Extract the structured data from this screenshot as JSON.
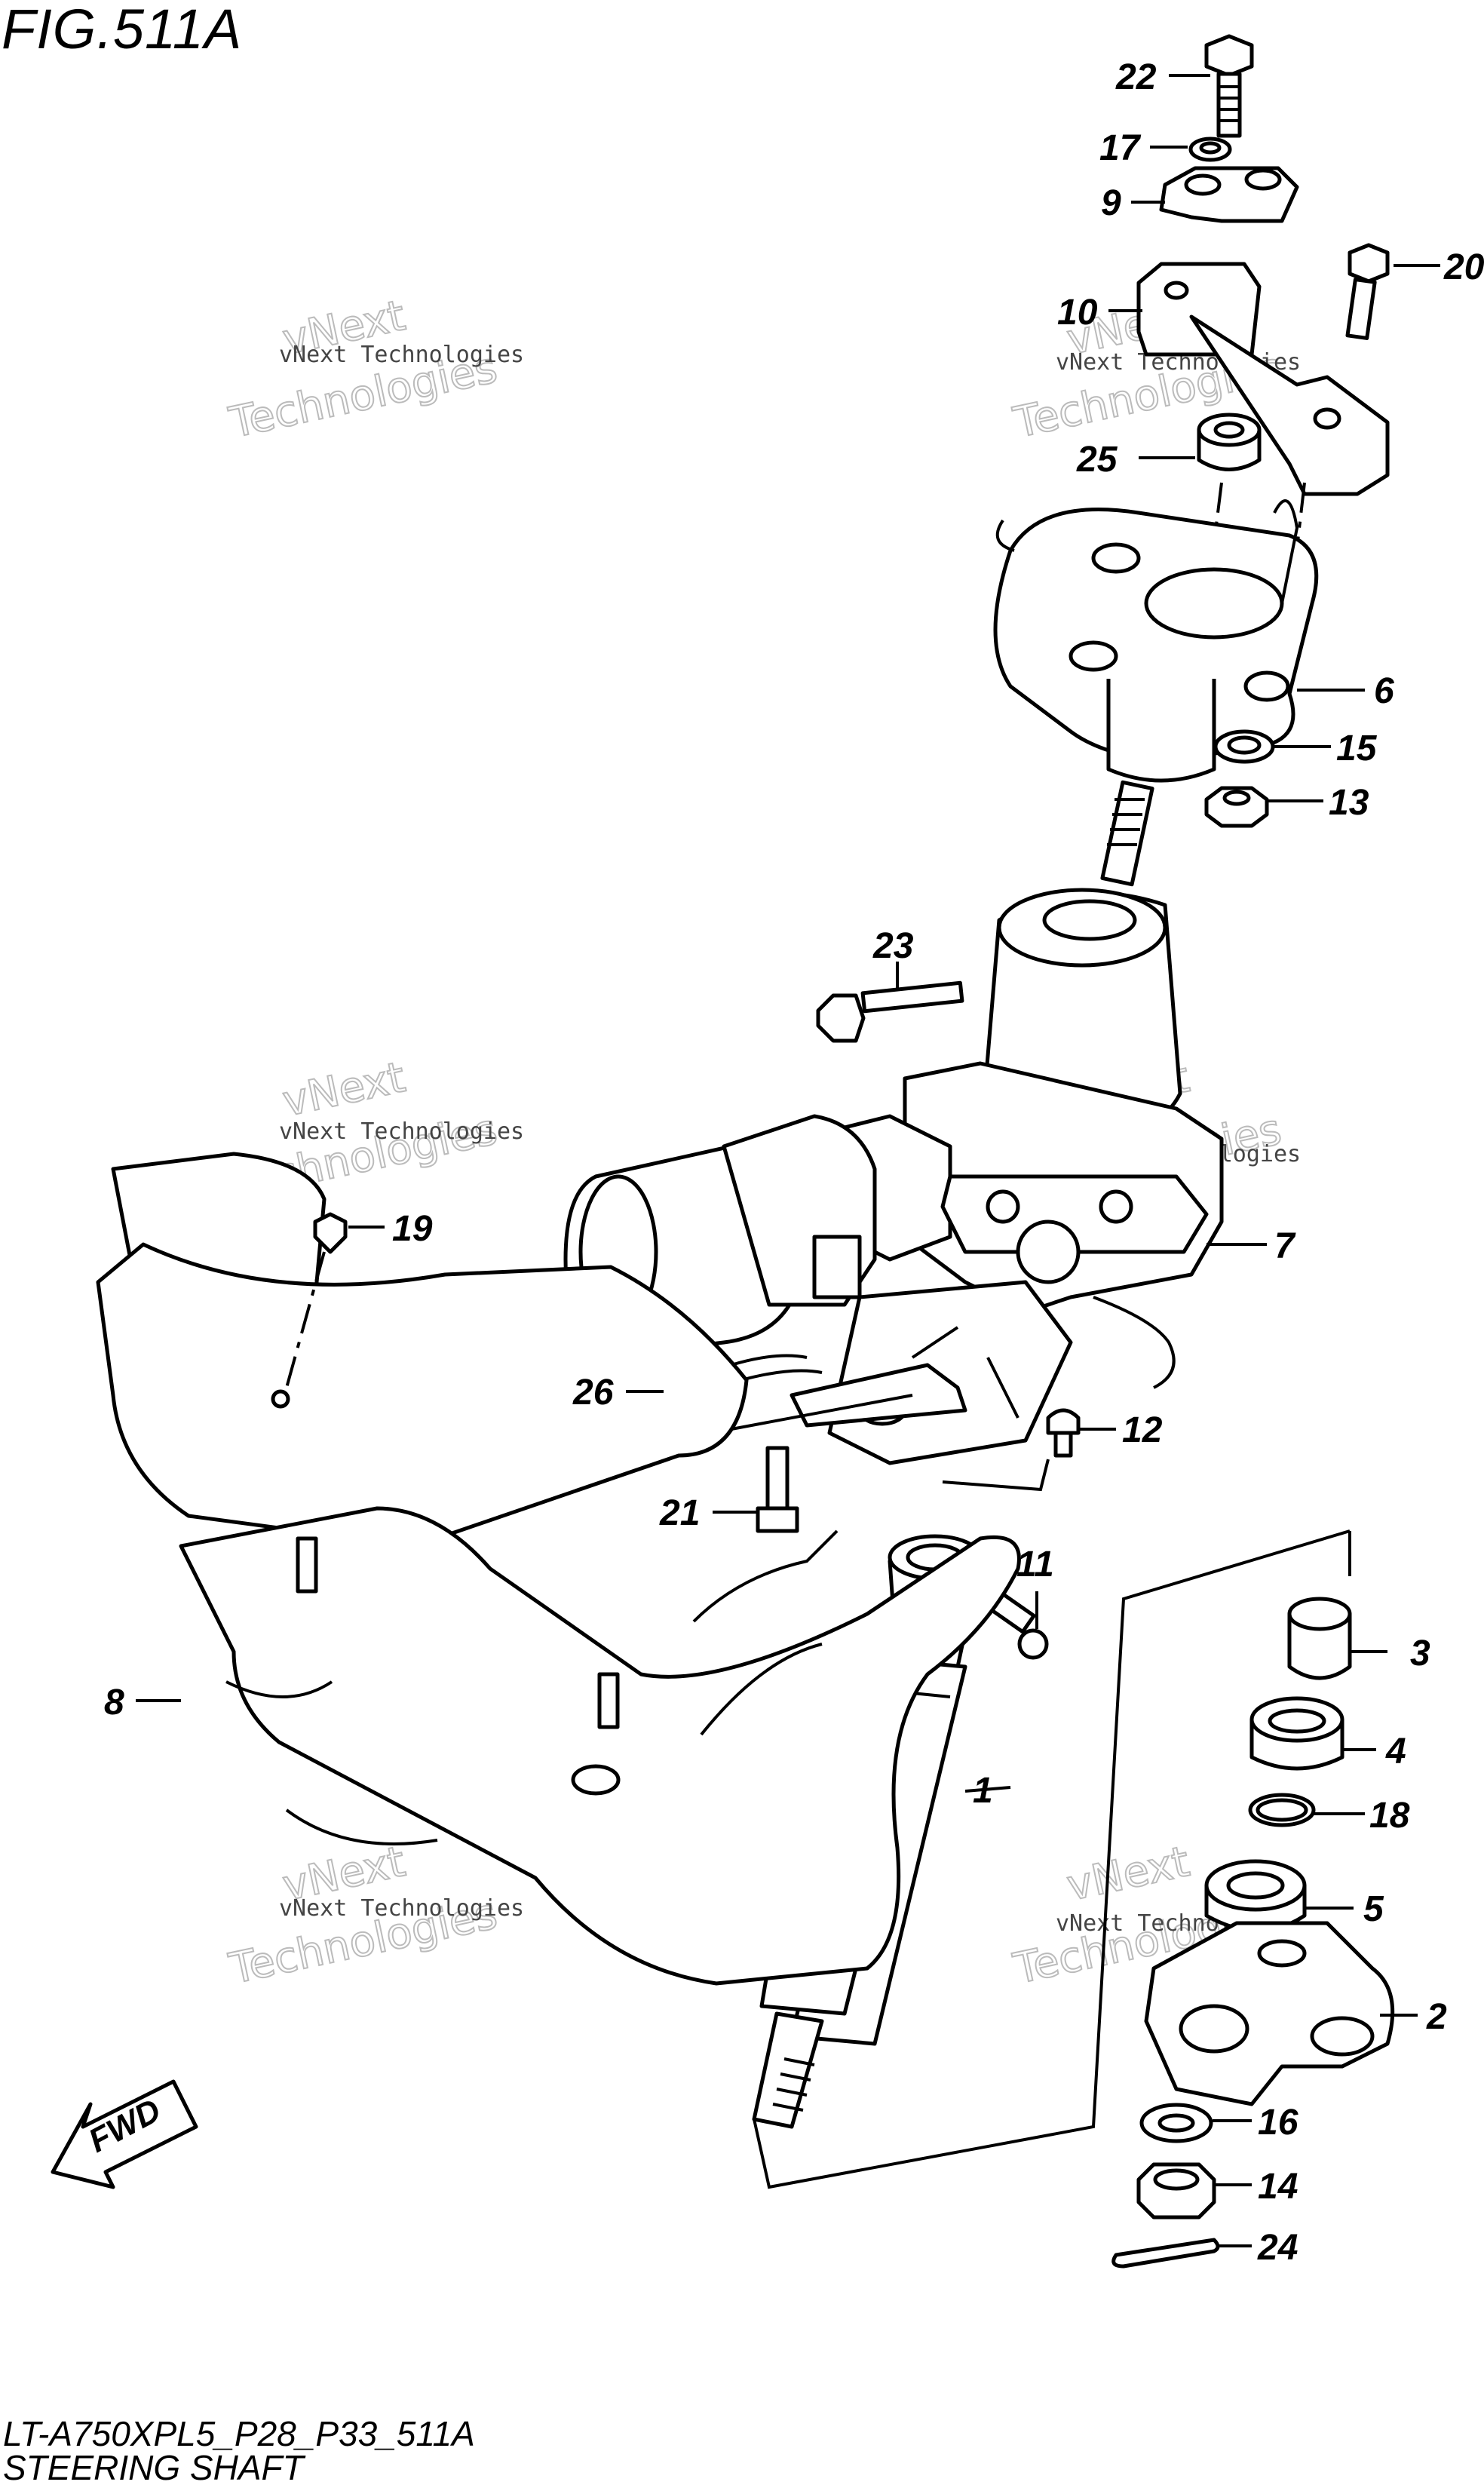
{
  "figure": {
    "title": "FIG.511A",
    "model_code": "LT-A750XPL5_P28_P33_511A",
    "caption": "STEERING SHAFT"
  },
  "watermark": {
    "line1": "vNext Technologies",
    "line2": "vNext",
    "line3": "Technologies"
  },
  "direction_badge": {
    "label": "FWD"
  },
  "callouts": [
    {
      "id": "c1",
      "label": "1"
    },
    {
      "id": "c2",
      "label": "2"
    },
    {
      "id": "c3",
      "label": "3"
    },
    {
      "id": "c4",
      "label": "4"
    },
    {
      "id": "c5",
      "label": "5"
    },
    {
      "id": "c6",
      "label": "6"
    },
    {
      "id": "c7",
      "label": "7"
    },
    {
      "id": "c8",
      "label": "8"
    },
    {
      "id": "c9",
      "label": "9"
    },
    {
      "id": "c10",
      "label": "10"
    },
    {
      "id": "c11",
      "label": "11"
    },
    {
      "id": "c12",
      "label": "12"
    },
    {
      "id": "c13",
      "label": "13"
    },
    {
      "id": "c14",
      "label": "14"
    },
    {
      "id": "c15",
      "label": "15"
    },
    {
      "id": "c16",
      "label": "16"
    },
    {
      "id": "c17",
      "label": "17"
    },
    {
      "id": "c18",
      "label": "18"
    },
    {
      "id": "c19",
      "label": "19"
    },
    {
      "id": "c20",
      "label": "20"
    },
    {
      "id": "c21",
      "label": "21"
    },
    {
      "id": "c22",
      "label": "22"
    },
    {
      "id": "c23",
      "label": "23"
    },
    {
      "id": "c24",
      "label": "24"
    },
    {
      "id": "c25",
      "label": "25"
    },
    {
      "id": "c26",
      "label": "26"
    }
  ]
}
